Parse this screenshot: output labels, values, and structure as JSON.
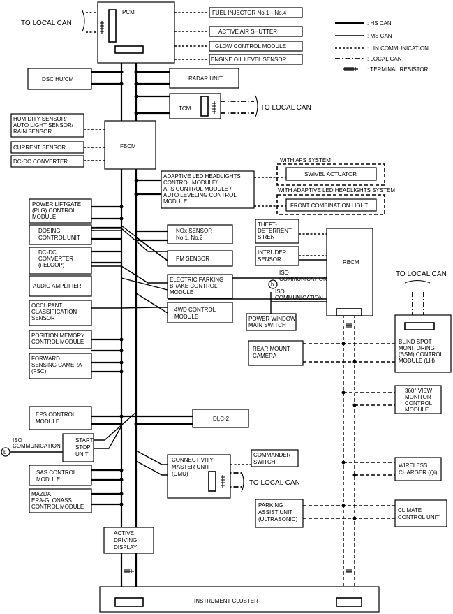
{
  "nodes": {
    "pcm": "PCM",
    "fuel_injector": "FUEL INJECTOR No.1—No.4",
    "active_air_shutter": "ACTIVE AIR SHUTTER",
    "glow_control": "GLOW CONTROL MODULE",
    "oil_level_sensor": "ENGINE OIL LEVEL SENSOR",
    "dsc": "DSC HU/CM",
    "radar": "RADAR UNIT",
    "tcm": "TCM",
    "humidity": [
      "HUMIDITY SENSOR/",
      "AUTO LIGHT SENSOR/",
      "RAIN SENSOR"
    ],
    "fbcm": "FBCM",
    "current_sensor": "CURRENT SENSOR",
    "dcdc_converter": "DC-DC CONVERTER",
    "adaptive_led": [
      "ADAPTIVE LED HEADLIGHTS",
      "CONTROL MODULE/",
      "AFS CONTROL MODULE /",
      "AUTO LEVELING CONTROL",
      "MODULE"
    ],
    "with_afs": "WITH AFS SYSTEM",
    "swivel": "SWIVEL ACTUATOR",
    "with_adaptive": "WITH ADAPTIVE LED HEADLIGHTS SYSTEM",
    "front_combination": "FRONT COMBINATION LIGHT",
    "power_liftgate": [
      "POWER LIFTGATE",
      "(PLG) CONTROL",
      "MODULE"
    ],
    "dosing": [
      "DOSING",
      "CONTROL UNIT"
    ],
    "nox": [
      "NOx SENSOR",
      "No.1, No.2"
    ],
    "pm_sensor": "PM SENSOR",
    "theft": [
      "THEFT-",
      "DETERRENT",
      "SIREN"
    ],
    "intruder": [
      "INTRUDER",
      "SENSOR"
    ],
    "rbcm": "RBCM",
    "dcdc_ieloop": [
      "DC-DC",
      "CONVERTER",
      "(i-ELOOP)"
    ],
    "audio_amp": "AUDIO AMPLIFIER",
    "epb": [
      "ELECTRIC PARKING",
      "BRAKE CONTROL",
      "MODULE"
    ],
    "occupant": [
      "OCCUPANT",
      "CLASSIFICATION",
      "SENSOR"
    ],
    "awd": [
      "4WD CONTROL",
      "MODULE"
    ],
    "power_window": [
      "POWER WINDOW",
      "MAIN SWITCH"
    ],
    "position_memory": [
      "POSITION MEMORY",
      "CONTROL MODULE"
    ],
    "rear_camera": [
      "REAR MOUNT",
      "CAMERA"
    ],
    "bsm": [
      "BLIND SPOT",
      "MONITORING",
      "(BSM) CONTROL",
      "MODULE (LH)"
    ],
    "fsc": [
      "FORWARD",
      "SENSING CAMERA",
      "(FSC)"
    ],
    "view360": [
      "360° VIEW",
      "MONITOR",
      "CONTROL",
      "MODULE"
    ],
    "eps": [
      "EPS CONTROL",
      "MODULE"
    ],
    "dlc2": "DLC-2",
    "start_stop": [
      "START",
      "STOP",
      "UNIT"
    ],
    "commander": [
      "COMMANDER",
      "SWITCH"
    ],
    "cmu": [
      "CONNECTIVITY",
      "MASTER UNIT",
      "(CMU)"
    ],
    "sas": [
      "SAS CONTROL",
      "MODULE"
    ],
    "wireless": [
      "WIRELESS",
      "CHARGER (Qi)"
    ],
    "era_glonass": [
      "MAZDA",
      "ERA-GLONASS",
      "CONTROL MODULE"
    ],
    "parking_assist": [
      "PARKING",
      "ASSIST UNIT",
      "(ULTRASONIC)"
    ],
    "climate": [
      "CLIMATE",
      "CONTROL UNIT"
    ],
    "active_display": [
      "ACTIVE",
      "DRIVING",
      "DISPLAY"
    ],
    "instrument_cluster": "INSTRUMENT CLUSTER"
  },
  "labels": {
    "to_local_can": "TO LOCAL CAN",
    "iso_communication": [
      "ISO",
      "COMMUNICATION"
    ],
    "b_marker": "b"
  },
  "legend": {
    "hs_can": ": HS CAN",
    "ms_can": ": MS CAN",
    "lin": ": LIN COMMUNICATION",
    "local_can": ": LOCAL CAN",
    "terminal_resistor": ": TERMINAL RESISTOR"
  }
}
